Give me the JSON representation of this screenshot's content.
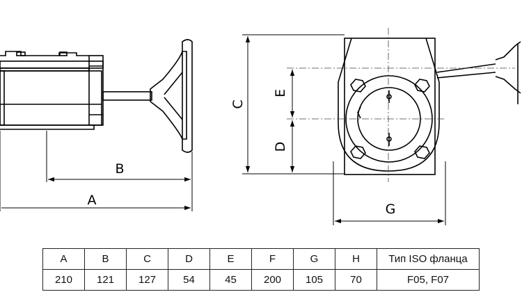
{
  "drawing": {
    "labels": {
      "A": "A",
      "B": "B",
      "C": "C",
      "D": "D",
      "E": "E",
      "G": "G"
    }
  },
  "table": {
    "headers": [
      "A",
      "B",
      "C",
      "D",
      "E",
      "F",
      "G",
      "H",
      "Тип ISO фланца"
    ],
    "values": [
      "210",
      "121",
      "127",
      "54",
      "45",
      "200",
      "105",
      "70",
      "F05, F07"
    ]
  }
}
